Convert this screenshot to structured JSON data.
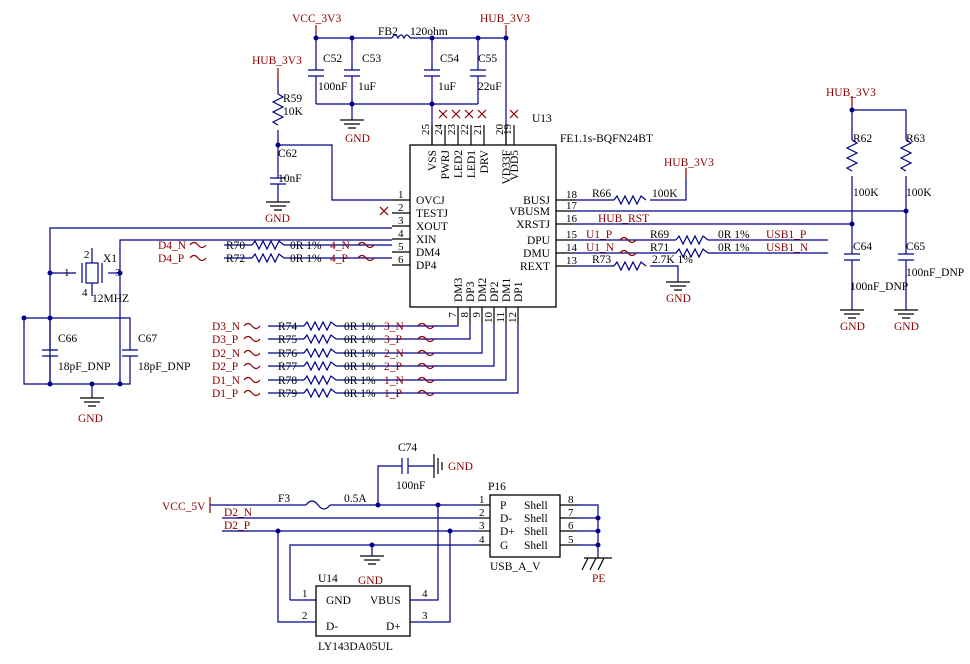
{
  "nets": {
    "vcc_3v3": "VCC_3V3",
    "hub_3v3": "HUB_3V3",
    "gnd": "GND",
    "pe": "PE",
    "vcc_5v": "VCC_5V",
    "hub_rst": "HUB_RST",
    "usb1_p": "USB1_P",
    "usb1_n": "USB1_N",
    "u1_p": "U1_P",
    "u1_n": "U1_N",
    "d1_n": "D1_N",
    "d1_p": "D1_P",
    "d2_n": "D2_N",
    "d2_p": "D2_P",
    "d3_n": "D3_N",
    "d3_p": "D3_P",
    "d4_n": "D4_N",
    "d4_p": "D4_P",
    "n4n": "4_N",
    "n4p": "4_P",
    "n3n": "3_N",
    "n3p": "3_P",
    "n2n": "2_N",
    "n2p": "2_P",
    "n1n": "1_N",
    "n1p": "1_P"
  },
  "parts": {
    "fb2": {
      "ref": "FB2",
      "value": "120ohm"
    },
    "c52": {
      "ref": "C52",
      "value": "100nF"
    },
    "c53": {
      "ref": "C53",
      "value": "1uF"
    },
    "c54": {
      "ref": "C54",
      "value": "1uF"
    },
    "c55": {
      "ref": "C55",
      "value": "22uF"
    },
    "r59": {
      "ref": "R59",
      "value": "10K"
    },
    "c62": {
      "ref": "C62",
      "value": "10nF"
    },
    "x1": {
      "ref": "X1",
      "value": "12MHZ"
    },
    "c66": {
      "ref": "C66",
      "value": "18pF_DNP"
    },
    "c67": {
      "ref": "C67",
      "value": "18pF_DNP"
    },
    "r70": {
      "ref": "R70",
      "value": "0R 1%"
    },
    "r72": {
      "ref": "R72",
      "value": "0R 1%"
    },
    "r74": {
      "ref": "R74",
      "value": "0R 1%"
    },
    "r75": {
      "ref": "R75",
      "value": "0R 1%"
    },
    "r76": {
      "ref": "R76",
      "value": "0R 1%"
    },
    "r77": {
      "ref": "R77",
      "value": "0R 1%"
    },
    "r78": {
      "ref": "R78",
      "value": "0R 1%"
    },
    "r79": {
      "ref": "R79",
      "value": "0R 1%"
    },
    "r66": {
      "ref": "R66",
      "value": "100K"
    },
    "r69": {
      "ref": "R69",
      "value": "0R 1%"
    },
    "r71": {
      "ref": "R71",
      "value": "0R 1%"
    },
    "r73": {
      "ref": "R73",
      "value": "2.7K 1%"
    },
    "r62": {
      "ref": "R62",
      "value": "100K"
    },
    "r63": {
      "ref": "R63",
      "value": "100K"
    },
    "c64": {
      "ref": "C64",
      "value": "100nF_DNP"
    },
    "c65": {
      "ref": "C65",
      "value": "100nF_DNP"
    },
    "c74": {
      "ref": "C74",
      "value": "100nF"
    },
    "f3": {
      "ref": "F3",
      "value": "0.5A"
    },
    "p16": {
      "ref": "P16",
      "value": "USB_A_V"
    },
    "u14": {
      "ref": "U14",
      "value": "LY143DA05UL"
    }
  },
  "u13": {
    "ref": "U13",
    "value": "FE1.1s-BQFN24BT",
    "left_pins": [
      {
        "num": "1",
        "name": "OVCJ"
      },
      {
        "num": "2",
        "name": "TESTJ"
      },
      {
        "num": "3",
        "name": "XOUT"
      },
      {
        "num": "4",
        "name": "XIN"
      },
      {
        "num": "5",
        "name": "DM4"
      },
      {
        "num": "6",
        "name": "DP4"
      }
    ],
    "right_pins": [
      {
        "num": "18",
        "name": "BUSJ"
      },
      {
        "num": "17",
        "name": "VBUSM"
      },
      {
        "num": "16",
        "name": "XRSTJ"
      },
      {
        "num": "15",
        "name": "DPU"
      },
      {
        "num": "14",
        "name": "DMU"
      },
      {
        "num": "13",
        "name": "REXT"
      }
    ],
    "top_pins": [
      {
        "num": "25",
        "name": "VSS"
      },
      {
        "num": "24",
        "name": "PWRJ"
      },
      {
        "num": "23",
        "name": "LED2"
      },
      {
        "num": "22",
        "name": "LED1"
      },
      {
        "num": "21",
        "name": "DRV"
      },
      {
        "num": "20",
        "name": "VD33F"
      },
      {
        "num": "19",
        "name": "VDD5"
      }
    ],
    "bottom_pins": [
      {
        "num": "7",
        "name": "DM3"
      },
      {
        "num": "8",
        "name": "DP3"
      },
      {
        "num": "9",
        "name": "DM2"
      },
      {
        "num": "10",
        "name": "DP2"
      },
      {
        "num": "11",
        "name": "DM1"
      },
      {
        "num": "12",
        "name": "DP1"
      }
    ]
  },
  "x1_pins": {
    "p1": "1",
    "p2": "2",
    "p3": "3",
    "p4": "4"
  },
  "p16_pins": [
    {
      "num": "1",
      "name": "P",
      "snum": "8",
      "sname": "Shell"
    },
    {
      "num": "2",
      "name": "D-",
      "snum": "7",
      "sname": "Shell"
    },
    {
      "num": "3",
      "name": "D+",
      "snum": "6",
      "sname": "Shell"
    },
    {
      "num": "4",
      "name": "G",
      "snum": "5",
      "sname": "Shell"
    }
  ],
  "u14_pins": {
    "gnd": "GND",
    "vbus": "VBUS",
    "dm": "D-",
    "dp": "D+",
    "n1": "1",
    "n2": "2",
    "n3": "3",
    "n4": "4"
  }
}
